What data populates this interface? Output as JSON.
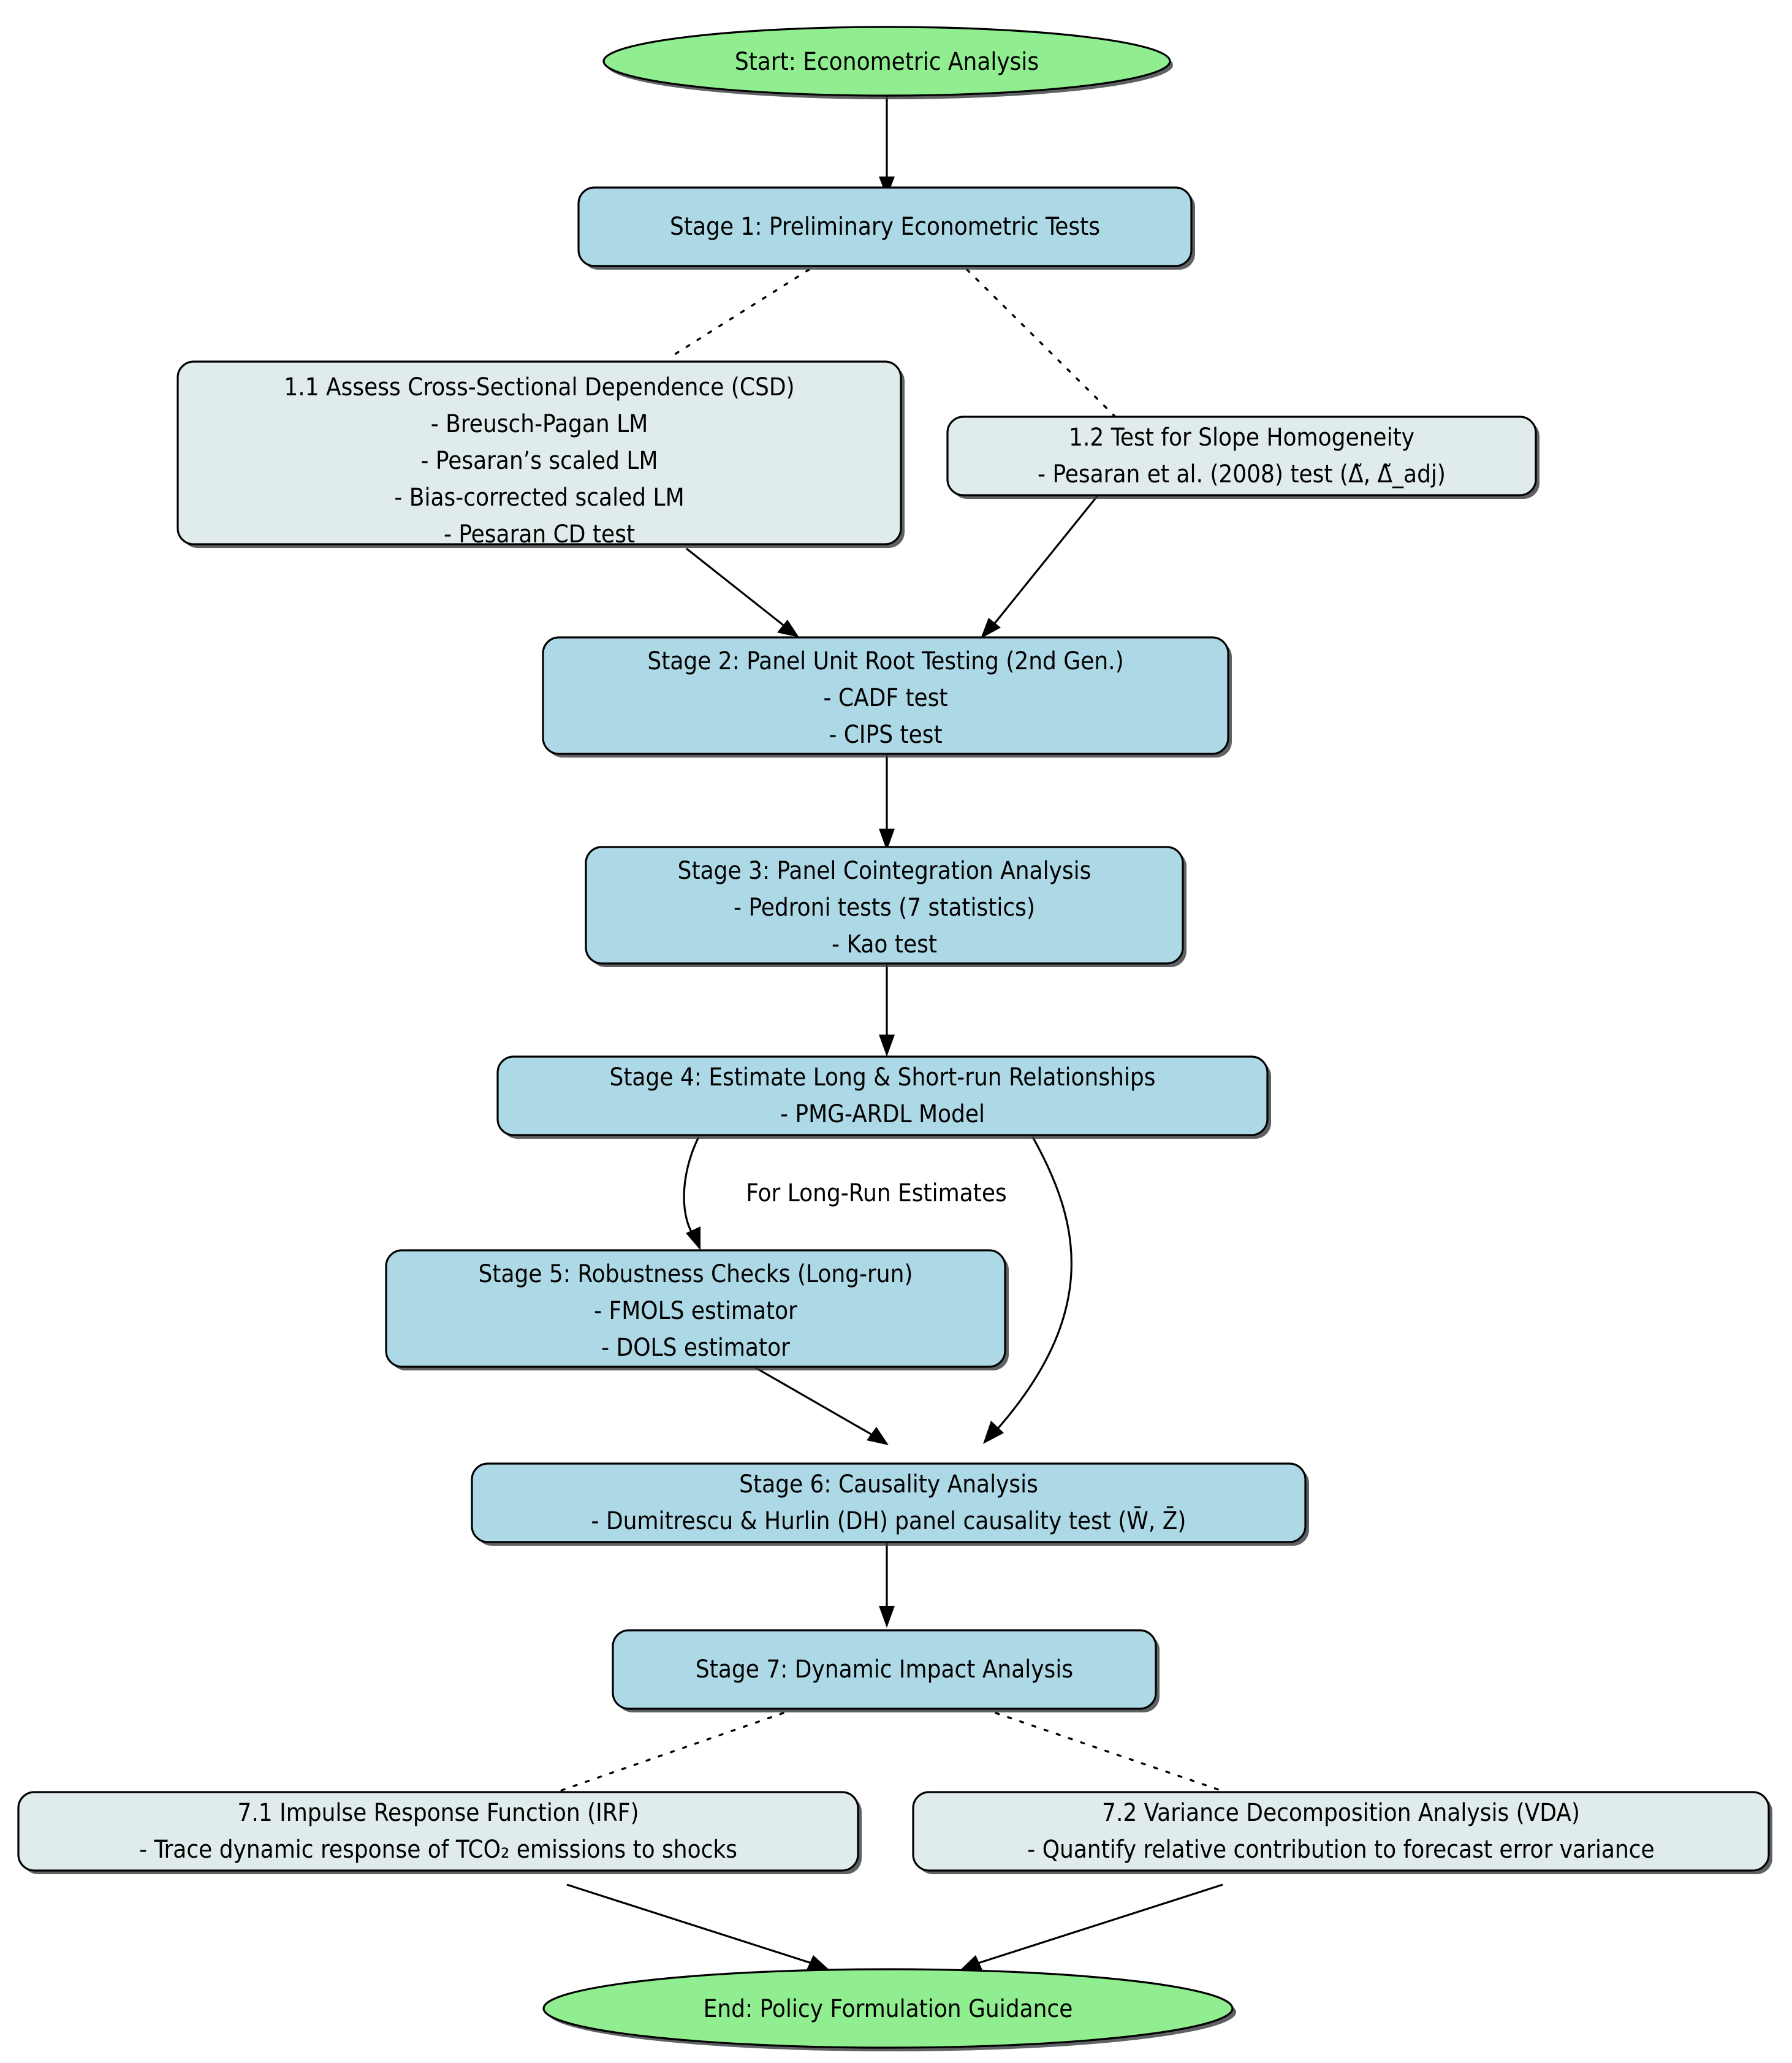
{
  "diagram": {
    "title": "Econometric Analysis Methodology Flowchart",
    "type": "flowchart",
    "direction": "top-down",
    "colors": {
      "terminal_fill": "#90ee90",
      "stage_fill": "#add8e6",
      "substep_fill": "#e0eceb",
      "stroke": "#000000",
      "background": "#ffffff"
    },
    "nodes": {
      "start": {
        "id": "start",
        "shape": "ellipse",
        "kind": "terminal",
        "lines": [
          "Start: Econometric Analysis"
        ]
      },
      "stage1": {
        "id": "stage1",
        "shape": "rounded-rect",
        "kind": "stage",
        "lines": [
          "Stage 1: Preliminary Econometric Tests"
        ]
      },
      "step11": {
        "id": "step11",
        "shape": "rounded-rect",
        "kind": "substep",
        "lines": [
          "1.1 Assess Cross-Sectional Dependence (CSD)",
          "- Breusch-Pagan LM",
          "- Pesaran’s scaled LM",
          "- Bias-corrected scaled LM",
          "- Pesaran CD test"
        ]
      },
      "step12": {
        "id": "step12",
        "shape": "rounded-rect",
        "kind": "substep",
        "lines": [
          "1.2 Test for Slope Homogeneity",
          "- Pesaran et al. (2008) test (Δ̃, Δ̃_adj)"
        ]
      },
      "stage2": {
        "id": "stage2",
        "shape": "rounded-rect",
        "kind": "stage",
        "lines": [
          "Stage 2: Panel Unit Root Testing (2nd Gen.)",
          "- CADF test",
          "- CIPS test"
        ]
      },
      "stage3": {
        "id": "stage3",
        "shape": "rounded-rect",
        "kind": "stage",
        "lines": [
          "Stage 3: Panel Cointegration Analysis",
          "- Pedroni tests (7 statistics)",
          "- Kao test"
        ]
      },
      "stage4": {
        "id": "stage4",
        "shape": "rounded-rect",
        "kind": "stage",
        "lines": [
          "Stage 4: Estimate Long & Short-run Relationships",
          "- PMG-ARDL Model"
        ]
      },
      "stage5": {
        "id": "stage5",
        "shape": "rounded-rect",
        "kind": "stage",
        "lines": [
          "Stage 5: Robustness Checks (Long-run)",
          "- FMOLS estimator",
          "- DOLS estimator"
        ]
      },
      "stage6": {
        "id": "stage6",
        "shape": "rounded-rect",
        "kind": "stage",
        "lines": [
          "Stage 6: Causality Analysis",
          "- Dumitrescu & Hurlin (DH) panel causality test (W̄, Z̄)"
        ]
      },
      "stage7": {
        "id": "stage7",
        "shape": "rounded-rect",
        "kind": "stage",
        "lines": [
          "Stage 7: Dynamic Impact Analysis"
        ]
      },
      "step71": {
        "id": "step71",
        "shape": "rounded-rect",
        "kind": "substep",
        "lines": [
          "7.1 Impulse Response Function (IRF)",
          "- Trace dynamic response of TCO₂ emissions to shocks"
        ]
      },
      "step72": {
        "id": "step72",
        "shape": "rounded-rect",
        "kind": "substep",
        "lines": [
          "7.2 Variance Decomposition Analysis (VDA)",
          "- Quantify relative contribution to forecast error variance"
        ]
      },
      "end": {
        "id": "end",
        "shape": "ellipse",
        "kind": "terminal",
        "lines": [
          "End: Policy Formulation Guidance"
        ]
      }
    },
    "edges": [
      {
        "from": "start",
        "to": "stage1",
        "style": "solid",
        "arrow": true,
        "label": ""
      },
      {
        "from": "stage1",
        "to": "step11",
        "style": "dotted",
        "arrow": false,
        "label": ""
      },
      {
        "from": "stage1",
        "to": "step12",
        "style": "dotted",
        "arrow": false,
        "label": ""
      },
      {
        "from": "step11",
        "to": "stage2",
        "style": "solid",
        "arrow": true,
        "label": ""
      },
      {
        "from": "step12",
        "to": "stage2",
        "style": "solid",
        "arrow": true,
        "label": ""
      },
      {
        "from": "stage2",
        "to": "stage3",
        "style": "solid",
        "arrow": true,
        "label": ""
      },
      {
        "from": "stage3",
        "to": "stage4",
        "style": "solid",
        "arrow": true,
        "label": ""
      },
      {
        "from": "stage4",
        "to": "stage5",
        "style": "solid",
        "arrow": true,
        "label": "For Long-Run Estimates"
      },
      {
        "from": "stage4",
        "to": "stage6",
        "style": "solid",
        "arrow": true,
        "label": ""
      },
      {
        "from": "stage5",
        "to": "stage6",
        "style": "solid",
        "arrow": true,
        "label": ""
      },
      {
        "from": "stage6",
        "to": "stage7",
        "style": "solid",
        "arrow": true,
        "label": ""
      },
      {
        "from": "stage7",
        "to": "step71",
        "style": "dotted",
        "arrow": false,
        "label": ""
      },
      {
        "from": "stage7",
        "to": "step72",
        "style": "dotted",
        "arrow": false,
        "label": ""
      },
      {
        "from": "step71",
        "to": "end",
        "style": "solid",
        "arrow": true,
        "label": ""
      },
      {
        "from": "step72",
        "to": "end",
        "style": "solid",
        "arrow": true,
        "label": ""
      }
    ],
    "edge_labels": {
      "stage4_stage5": "For Long-Run Estimates"
    }
  }
}
